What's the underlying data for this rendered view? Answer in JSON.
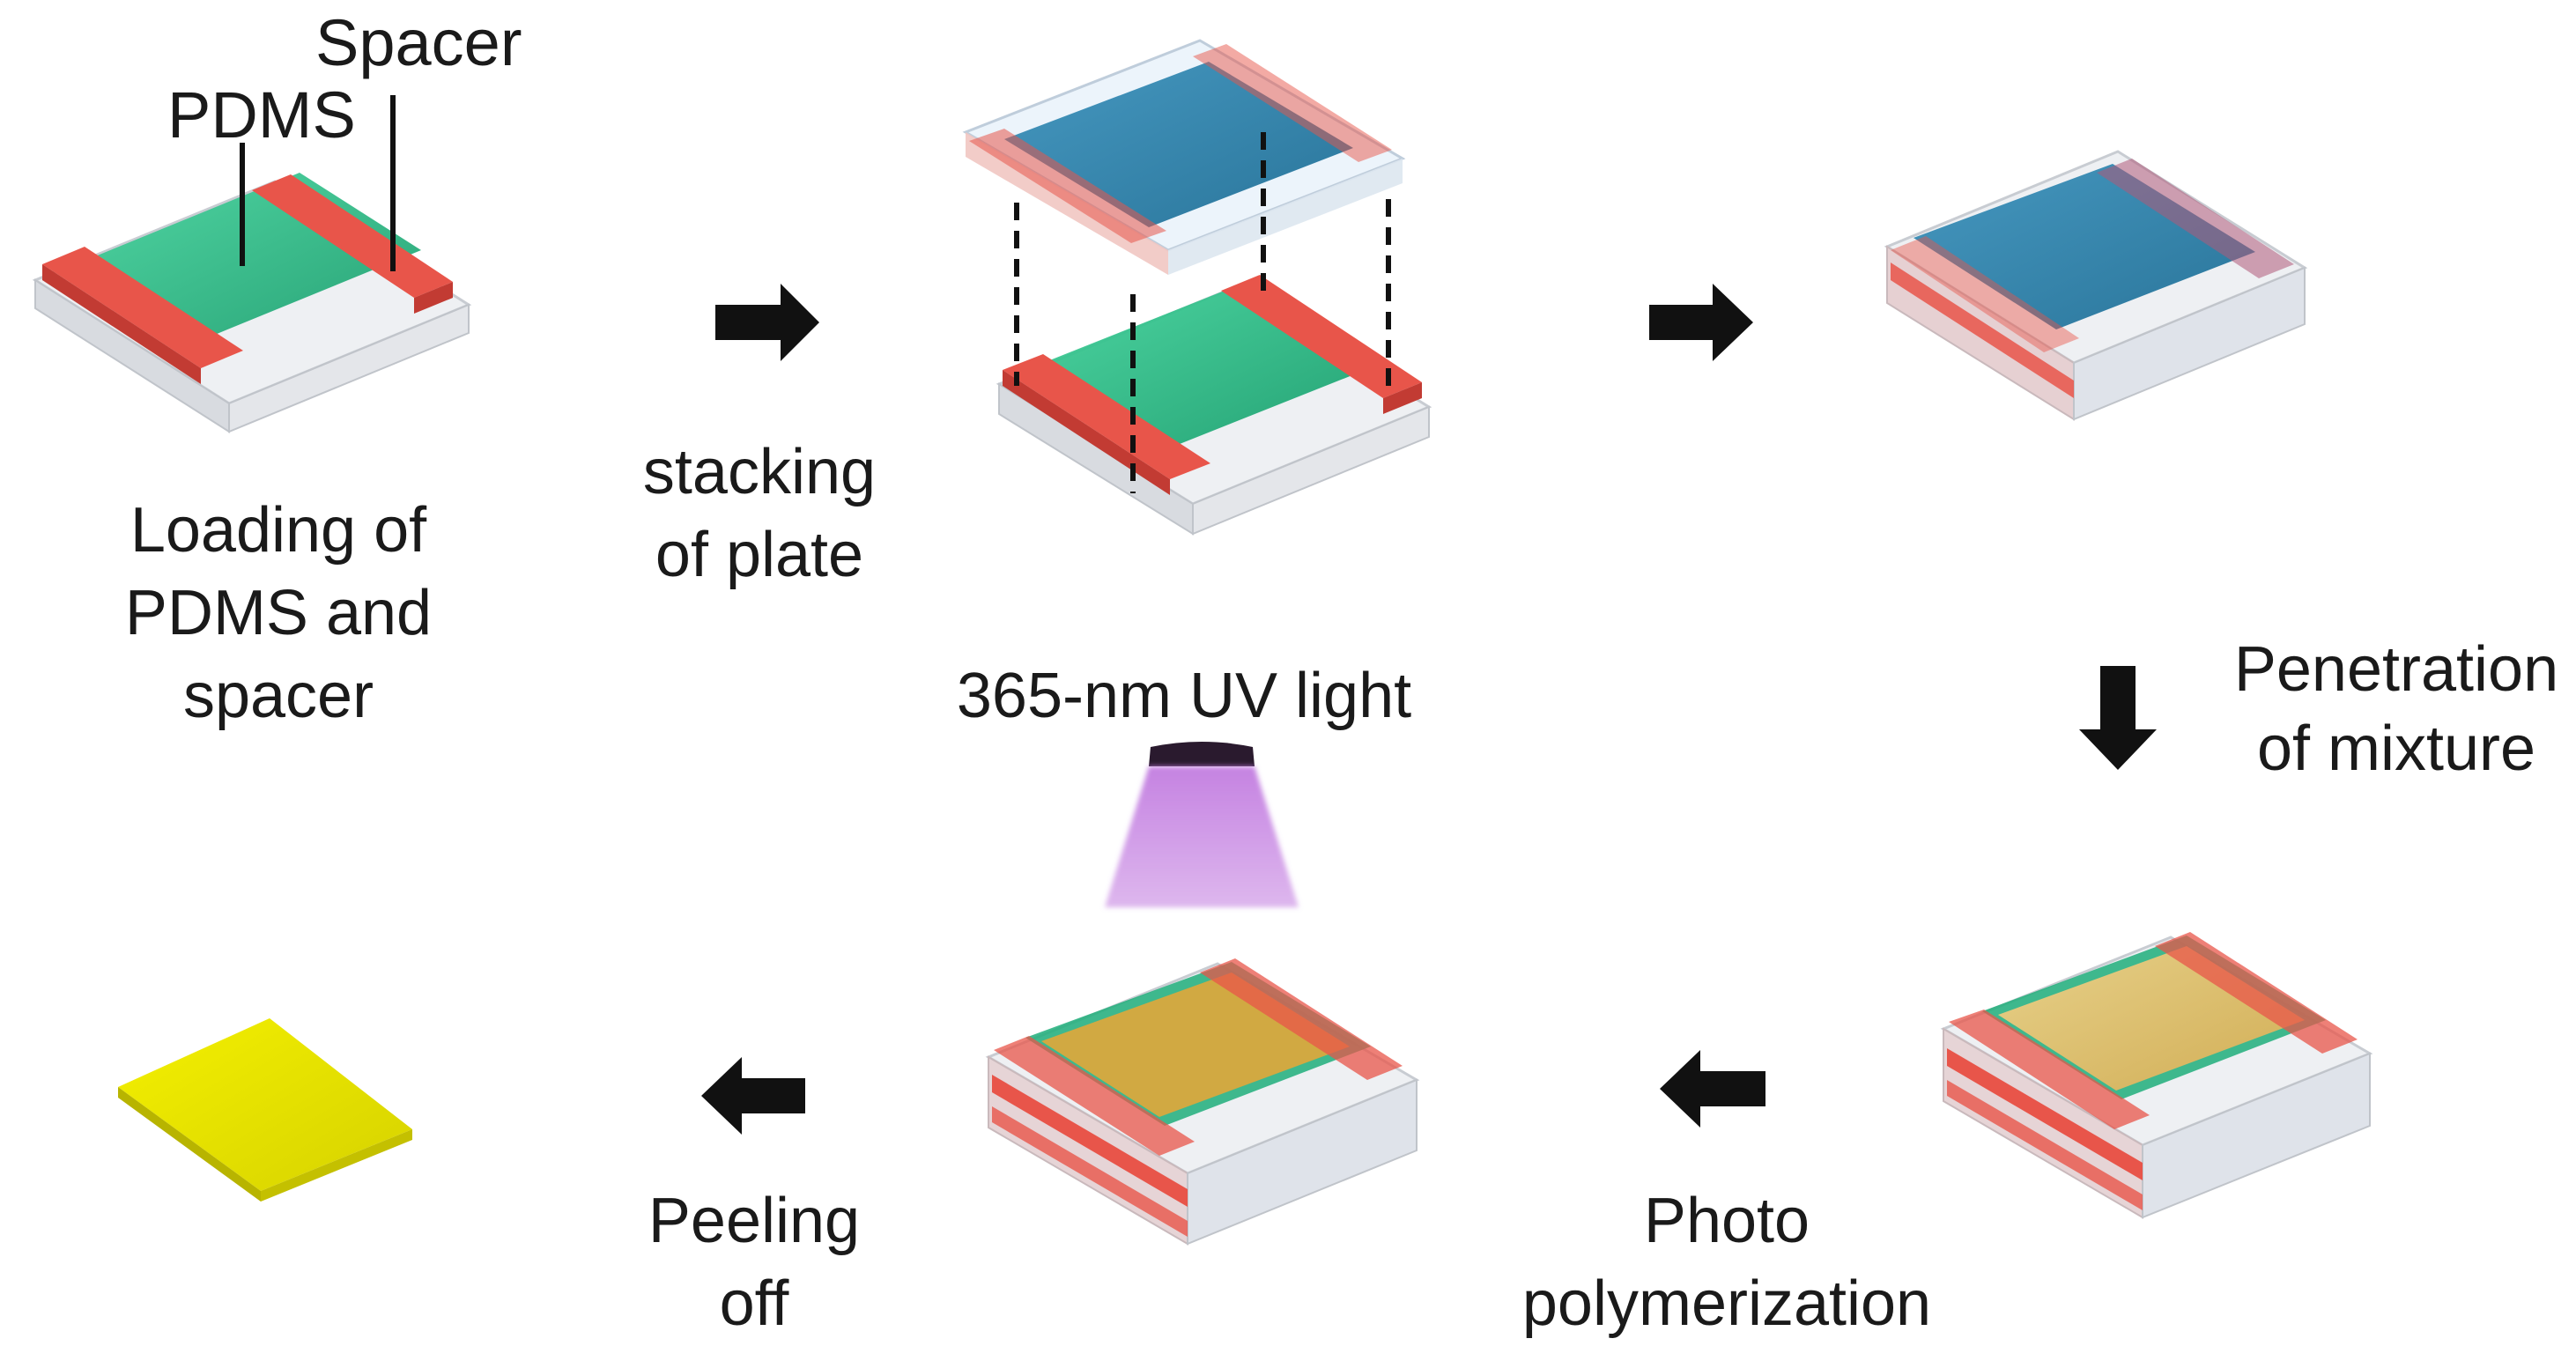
{
  "labels": {
    "spacer": "Spacer",
    "pdms": "PDMS",
    "loading": [
      "Loading of",
      "PDMS and",
      "spacer"
    ],
    "stacking": [
      "stacking",
      "of plate"
    ],
    "uv_light": "365-nm UV light",
    "penetration": [
      "Penetration",
      "of mixture"
    ],
    "photo": [
      "Photo",
      "polymerization"
    ],
    "peeling": [
      "Peeling",
      "off"
    ]
  },
  "colors": {
    "pdms_green": "#1fae7a",
    "spacer_red": "#e8554a",
    "top_plate_blue": "#2a7fa8",
    "cured_yellow": "#e8c060",
    "film_yellow": "#e6e600",
    "uv_purple": "#b56ad6",
    "arrow_black": "#111111"
  }
}
